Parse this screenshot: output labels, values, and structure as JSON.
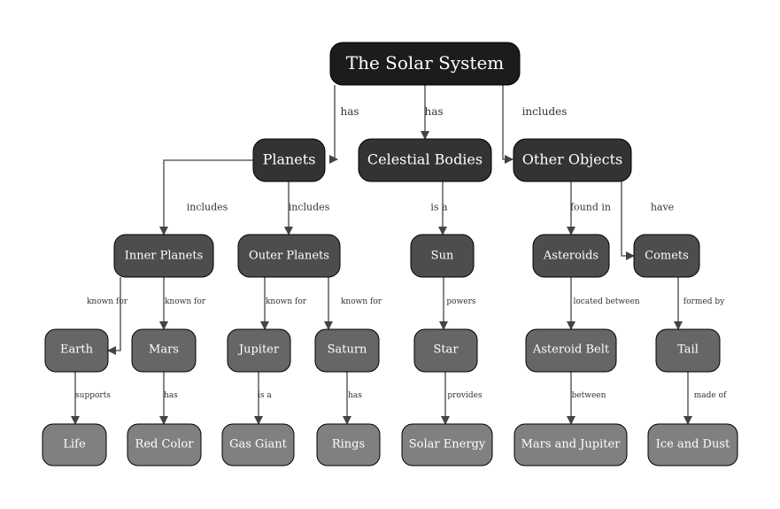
{
  "colors": {
    "level0": "#1c1c1c",
    "level1": "#333333",
    "level2": "#4d4d4d",
    "level3": "#666666",
    "level4": "#808080",
    "edge": "#444444",
    "label": "#333333"
  },
  "nodes": {
    "solar_system": "The Solar System",
    "planets": "Planets",
    "celestial_bodies": "Celestial Bodies",
    "other_objects": "Other Objects",
    "inner_planets": "Inner Planets",
    "outer_planets": "Outer Planets",
    "sun": "Sun",
    "asteroids": "Asteroids",
    "comets": "Comets",
    "earth": "Earth",
    "mars": "Mars",
    "jupiter": "Jupiter",
    "saturn": "Saturn",
    "star": "Star",
    "asteroid_belt": "Asteroid Belt",
    "tail": "Tail",
    "life": "Life",
    "red_color": "Red Color",
    "gas_giant": "Gas Giant",
    "rings": "Rings",
    "solar_energy": "Solar Energy",
    "mars_and_jupiter": "Mars and Jupiter",
    "ice_and_dust": "Ice and Dust"
  },
  "edges": {
    "has_planets": "has",
    "has_celestial": "has",
    "includes_other": "includes",
    "includes_inner": "includes",
    "includes_outer": "includes",
    "is_a_sun": "is a",
    "found_in": "found in",
    "have_comets": "have",
    "known_for_earth": "known for",
    "known_for_mars": "known for",
    "known_for_jupiter": "known for",
    "known_for_saturn": "known for",
    "powers": "powers",
    "located_between": "located between",
    "formed_by": "formed by",
    "supports": "supports",
    "has_red": "has",
    "is_a_gas": "is a",
    "has_rings": "has",
    "provides": "provides",
    "between": "between",
    "made_of": "made of"
  }
}
